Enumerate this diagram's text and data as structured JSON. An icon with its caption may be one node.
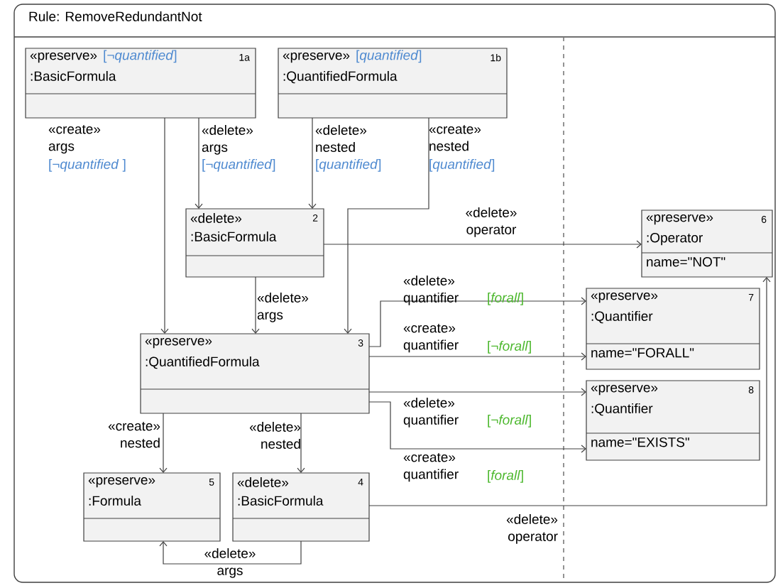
{
  "diagram": {
    "nodes": [
      {
        "text": [
          "Rule: RemoveRedundantNot"
        ]
      },
      {
        "text": [
          "«preserve»",
          "[¬*quantified*]",
          "1a",
          ":BasicFormula"
        ],
        "in": 0
      },
      {
        "text": [
          "«preserve»",
          "[*quantified*]",
          "1b",
          ":QuantifiedFormula"
        ],
        "in": 0
      },
      {
        "text": [
          "«delete»",
          "2",
          ":BasicFormula"
        ],
        "in": 0
      },
      {
        "text": [
          "«preserve»",
          "3",
          ":QuantifiedFormula"
        ],
        "in": 0
      },
      {
        "text": [
          "«delete»",
          "4",
          ":BasicFormula"
        ],
        "in": 0
      },
      {
        "text": [
          "«preserve»",
          "5",
          ":Formula"
        ],
        "in": 0
      },
      {
        "text": [
          "«preserve»",
          "6",
          ":Operator",
          "name=\"NOT\""
        ],
        "in": 0
      },
      {
        "text": [
          "«preserve»",
          "7",
          ":Quantifier",
          "name=\"FORALL\""
        ],
        "in": 0
      },
      {
        "text": [
          "«preserve»",
          "8",
          ":Quantifier",
          "name=\"EXISTS\""
        ],
        "in": 0
      }
    ],
    "edges": [
      {
        "from": 1,
        "to": 4,
        "arrow": "to",
        "label": "«create» args"
      },
      {
        "from": 1,
        "to": 3,
        "arrow": "to",
        "label": "«delete» args"
      },
      {
        "from": 2,
        "to": 3,
        "arrow": "to",
        "label": "«delete» nested"
      },
      {
        "from": 2,
        "to": 4,
        "arrow": "to",
        "label": "«create» nested"
      },
      {
        "from": 3,
        "to": 4,
        "arrow": "to",
        "label": "«delete» args"
      },
      {
        "from": 3,
        "to": 7,
        "arrow": "to",
        "label": "«delete» operator"
      },
      {
        "from": 4,
        "to": 8,
        "arrow": "to",
        "label": "«delete» quantifier"
      },
      {
        "from": 4,
        "to": 8,
        "arrow": "to",
        "label": "«create» quantifier"
      },
      {
        "from": 4,
        "to": 9,
        "arrow": "to",
        "label": "«delete» quantifier"
      },
      {
        "from": 4,
        "to": 9,
        "arrow": "to",
        "label": "«create» quantifier"
      },
      {
        "from": 4,
        "to": 6,
        "arrow": "to",
        "label": "«create» nested"
      },
      {
        "from": 4,
        "to": 5,
        "arrow": "to",
        "label": "«delete» nested"
      },
      {
        "from": 5,
        "to": 6,
        "arrow": "to",
        "label": "«delete» args"
      },
      {
        "from": 5,
        "to": 7,
        "arrow": "to",
        "label": "«delete» operator"
      }
    ],
    "labels": [
      "[¬*quantified* ]",
      "[¬*quantified*]",
      "[*quantified*]",
      "[*quantified*]",
      "[*forall*]",
      "[¬*forall*]",
      "[¬*forall*]",
      "[*forall*]"
    ]
  }
}
